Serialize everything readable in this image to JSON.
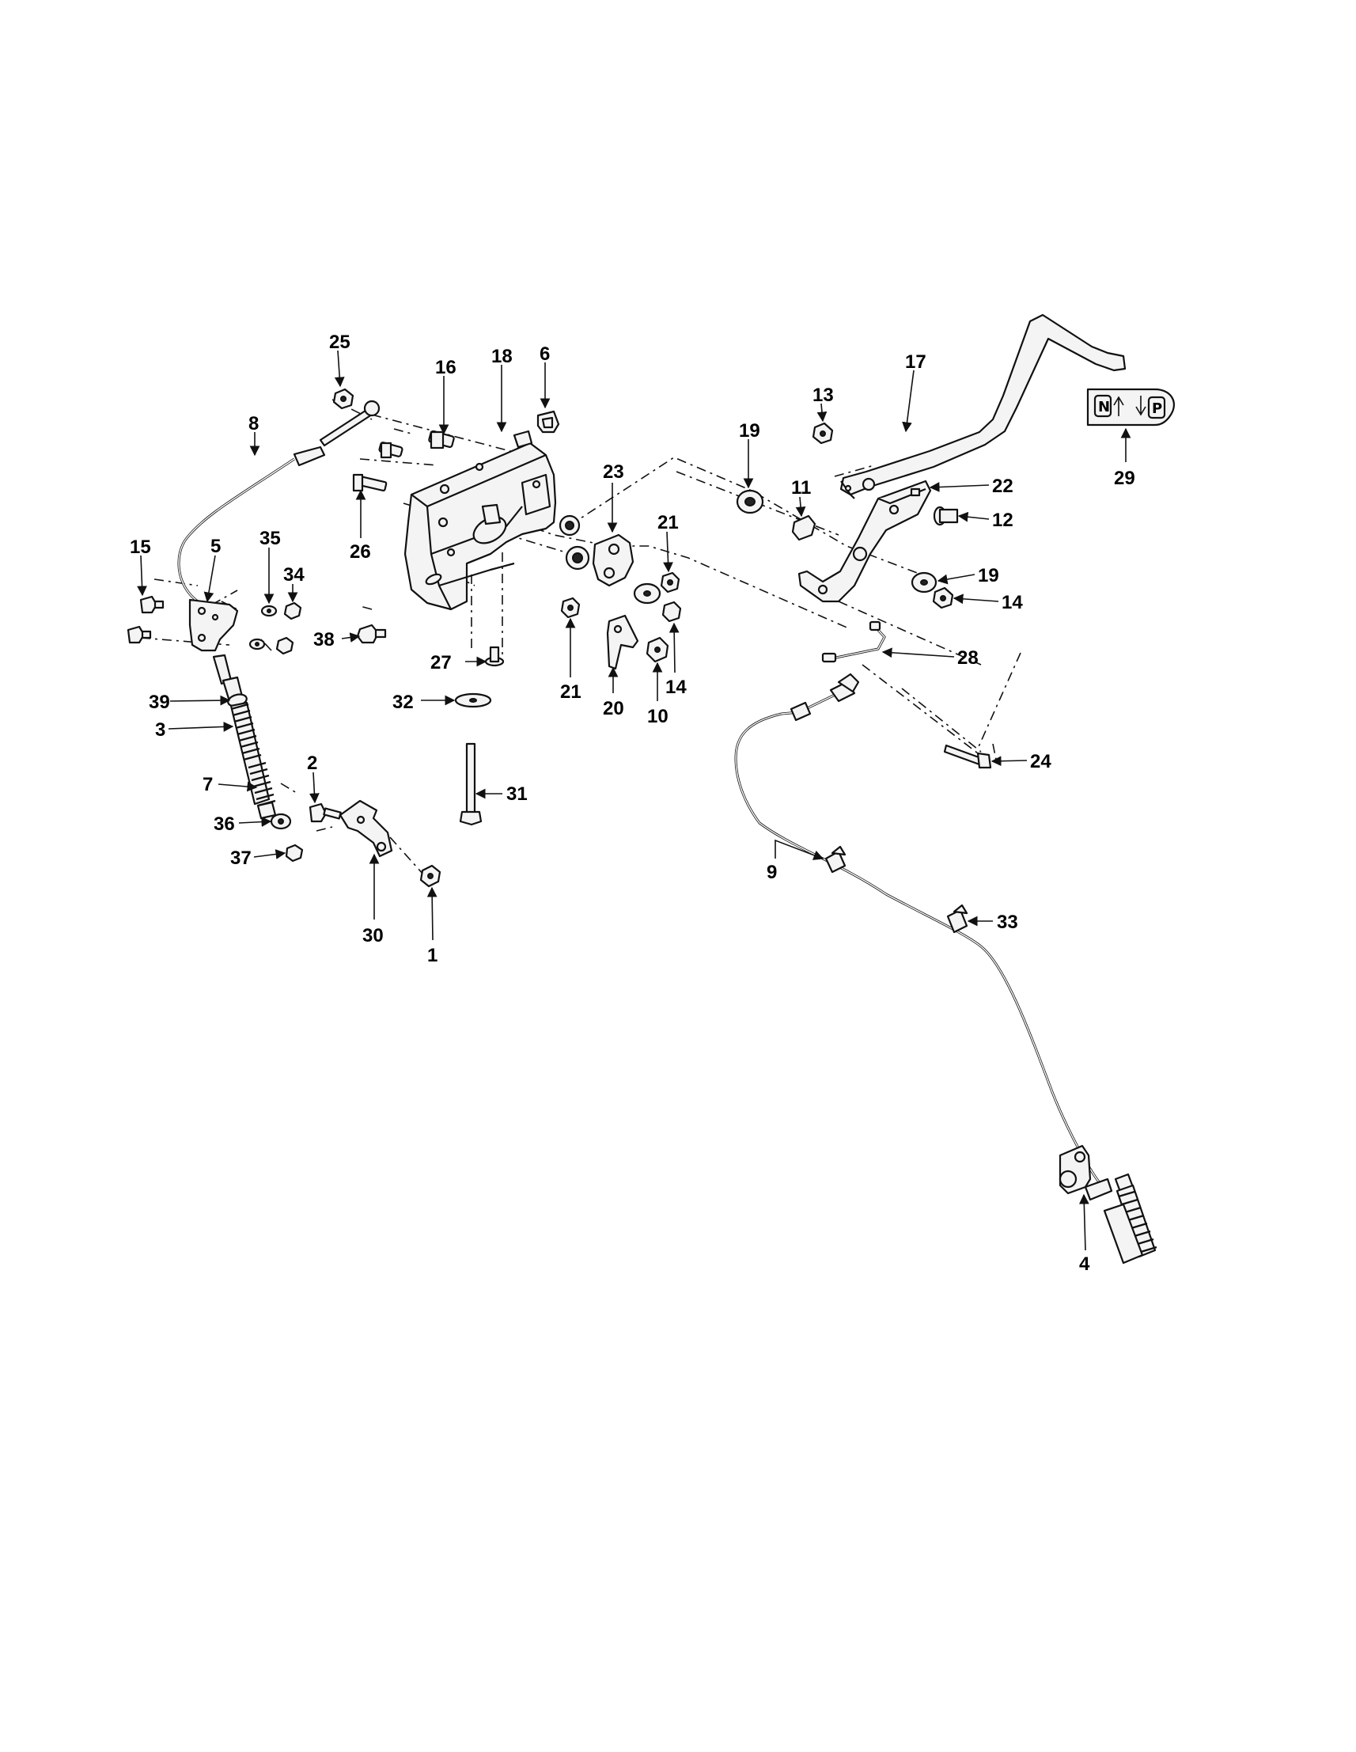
{
  "callouts": [
    {
      "n": "25"
    },
    {
      "n": "16"
    },
    {
      "n": "18"
    },
    {
      "n": "6"
    },
    {
      "n": "8"
    },
    {
      "n": "17"
    },
    {
      "n": "13"
    },
    {
      "n": "29"
    },
    {
      "n": "19"
    },
    {
      "n": "11"
    },
    {
      "n": "23"
    },
    {
      "n": "22"
    },
    {
      "n": "21"
    },
    {
      "n": "12"
    },
    {
      "n": "26"
    },
    {
      "n": "35"
    },
    {
      "n": "15"
    },
    {
      "n": "34"
    },
    {
      "n": "5"
    },
    {
      "n": "19"
    },
    {
      "n": "14"
    },
    {
      "n": "38"
    },
    {
      "n": "28"
    },
    {
      "n": "27"
    },
    {
      "n": "21"
    },
    {
      "n": "14"
    },
    {
      "n": "20"
    },
    {
      "n": "10"
    },
    {
      "n": "39"
    },
    {
      "n": "32"
    },
    {
      "n": "3"
    },
    {
      "n": "24"
    },
    {
      "n": "2"
    },
    {
      "n": "7"
    },
    {
      "n": "31"
    },
    {
      "n": "36"
    },
    {
      "n": "37"
    },
    {
      "n": "9"
    },
    {
      "n": "33"
    },
    {
      "n": "30"
    },
    {
      "n": "1"
    },
    {
      "n": "4"
    }
  ],
  "decal": {
    "left_symbol": "N",
    "right_symbol": "P"
  }
}
